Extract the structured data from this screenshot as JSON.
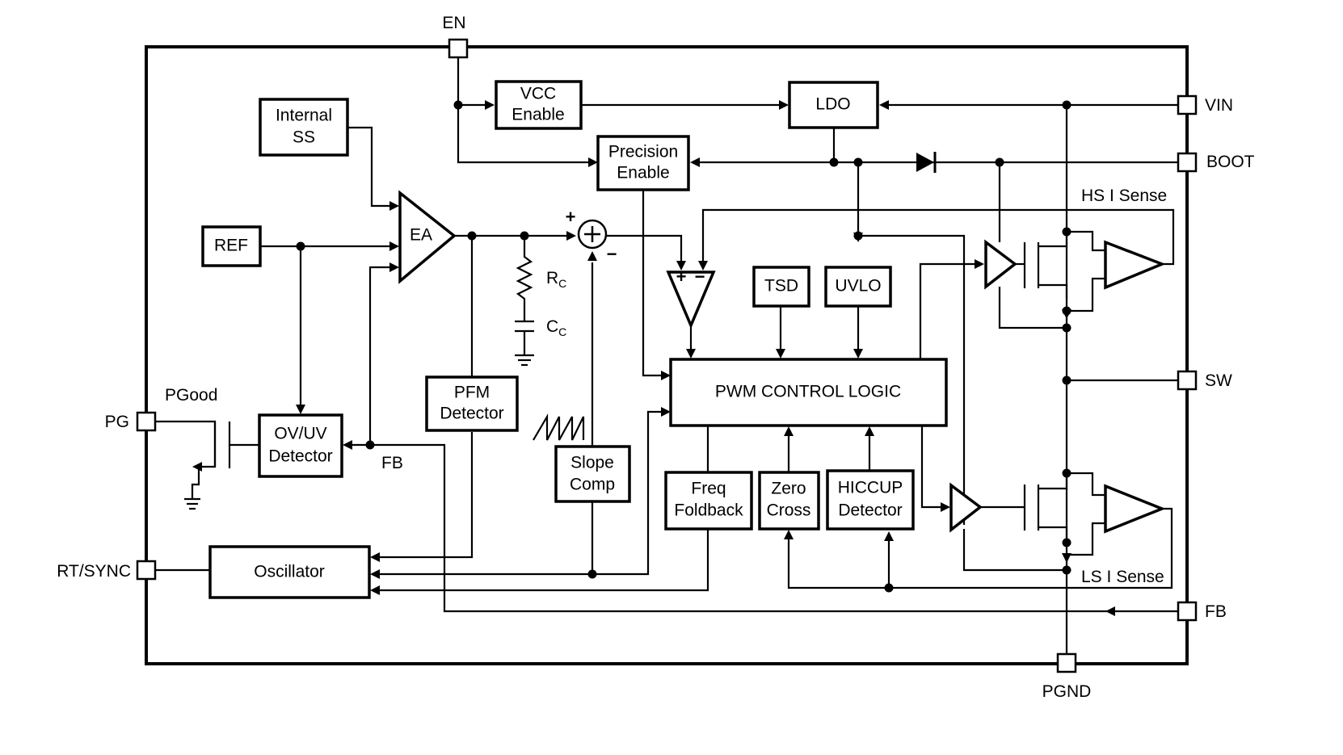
{
  "pins": {
    "en": "EN",
    "vin": "VIN",
    "boot": "BOOT",
    "sw": "SW",
    "fb_right": "FB",
    "pgnd": "PGND",
    "pg": "PG",
    "rt_sync": "RT/SYNC"
  },
  "blocks": {
    "vcc_enable": [
      "VCC",
      "Enable"
    ],
    "ldo": "LDO",
    "internal_ss": [
      "Internal",
      "SS"
    ],
    "precision_enable": [
      "Precision",
      "Enable"
    ],
    "ref": "REF",
    "ea": "EA",
    "tsd": "TSD",
    "uvlo": "UVLO",
    "pwm_control_logic": "PWM CONTROL LOGIC",
    "pfm_detector": [
      "PFM",
      "Detector"
    ],
    "ov_uv_detector": [
      "OV/UV",
      "Detector"
    ],
    "slope_comp": [
      "Slope",
      "Comp"
    ],
    "freq_foldback": [
      "Freq",
      "Foldback"
    ],
    "zero_cross": [
      "Zero",
      "Cross"
    ],
    "hiccup_detector": [
      "HICCUP",
      "Detector"
    ],
    "oscillator": "Oscillator"
  },
  "labels": {
    "hs_i_sense": "HS I Sense",
    "ls_i_sense": "LS I Sense",
    "pgood": "PGood",
    "fb_internal": "FB",
    "rc": "R",
    "rc_sub": "C",
    "cc": "C",
    "cc_sub": "C",
    "sum_plus": "+",
    "sum_minus": "−",
    "comp_plus": "+",
    "comp_minus": "−"
  }
}
